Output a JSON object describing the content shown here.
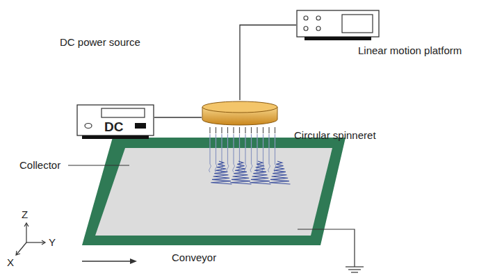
{
  "diagram": {
    "nodes": [
      {
        "text": [
          "DC power source",
          "DC"
        ]
      },
      {
        "text": [
          "Circular spinneret"
        ]
      },
      {
        "text": [
          "Linear motion platform"
        ]
      }
    ],
    "edges": [
      {
        "from": 0,
        "to": 1,
        "arrow": "none"
      },
      {
        "from": 2,
        "to": 1,
        "arrow": "none"
      }
    ],
    "labels": [
      "Collector",
      "Conveyor",
      "Z",
      "Y",
      "X"
    ]
  }
}
